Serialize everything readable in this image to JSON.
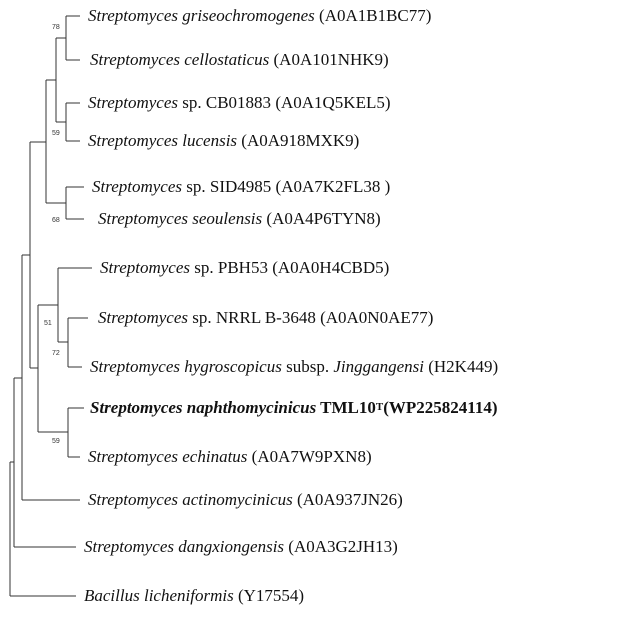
{
  "taxa": [
    {
      "genus": "Streptomyces",
      "rest_italic": "griseochromogenes",
      "rest_plain": "",
      "sub_italic": "",
      "accession": "(A0A1B1BC77)"
    },
    {
      "genus": "Streptomyces",
      "rest_italic": "cellostaticus",
      "rest_plain": "",
      "sub_italic": "",
      "accession": "(A0A101NHK9)"
    },
    {
      "genus": "Streptomyces",
      "rest_italic": "",
      "rest_plain": "sp. CB01883",
      "sub_italic": "",
      "accession": "(A0A1Q5KEL5)"
    },
    {
      "genus": "Streptomyces",
      "rest_italic": "lucensis",
      "rest_plain": "",
      "sub_italic": "",
      "accession": "(A0A918MXK9)"
    },
    {
      "genus": "Streptomyces",
      "rest_italic": "",
      "rest_plain": "sp. SID4985",
      "sub_italic": "",
      "accession": "(A0A7K2FL38 )"
    },
    {
      "genus": "Streptomyces",
      "rest_italic": "seoulensis",
      "rest_plain": "",
      "sub_italic": "",
      "accession": "(A0A4P6TYN8)"
    },
    {
      "genus": "Streptomyces",
      "rest_italic": "",
      "rest_plain": "sp. PBH53",
      "sub_italic": "",
      "accession": "(A0A0H4CBD5)"
    },
    {
      "genus": "Streptomyces",
      "rest_italic": "",
      "rest_plain": "sp. NRRL B-3648",
      "sub_italic": "",
      "accession": "(A0A0N0AE77)"
    },
    {
      "genus": "Streptomyces",
      "rest_italic": "hygroscopicus",
      "rest_plain": "subsp.",
      "sub_italic": "Jinggangensi",
      "accession": "(H2K449)"
    },
    {
      "genus": "Streptomyces",
      "rest_italic": "naphthomycinicus",
      "rest_plain": "TML10",
      "sup": "T",
      "sub_italic": "",
      "accession": "(WP225824114)",
      "bold": true
    },
    {
      "genus": "Streptomyces",
      "rest_italic": "echinatus",
      "rest_plain": "",
      "sub_italic": "",
      "accession": "(A0A7W9PXN8)"
    },
    {
      "genus": "Streptomyces",
      "rest_italic": "actinomycinicus",
      "rest_plain": "",
      "sub_italic": "",
      "accession": "(A0A937JN26)"
    },
    {
      "genus": "Streptomyces",
      "rest_italic": "dangxiongensis",
      "rest_plain": "",
      "sub_italic": "",
      "accession": "(A0A3G2JH13)"
    },
    {
      "genus": "Bacillus",
      "rest_italic": "licheniformis",
      "rest_plain": "",
      "sub_italic": "",
      "accession": "(Y17554)"
    }
  ],
  "bootstrap": [
    "78",
    "59",
    "68",
    "51",
    "72",
    "59"
  ],
  "colors": {
    "line": "#333333",
    "text": "#111111"
  }
}
